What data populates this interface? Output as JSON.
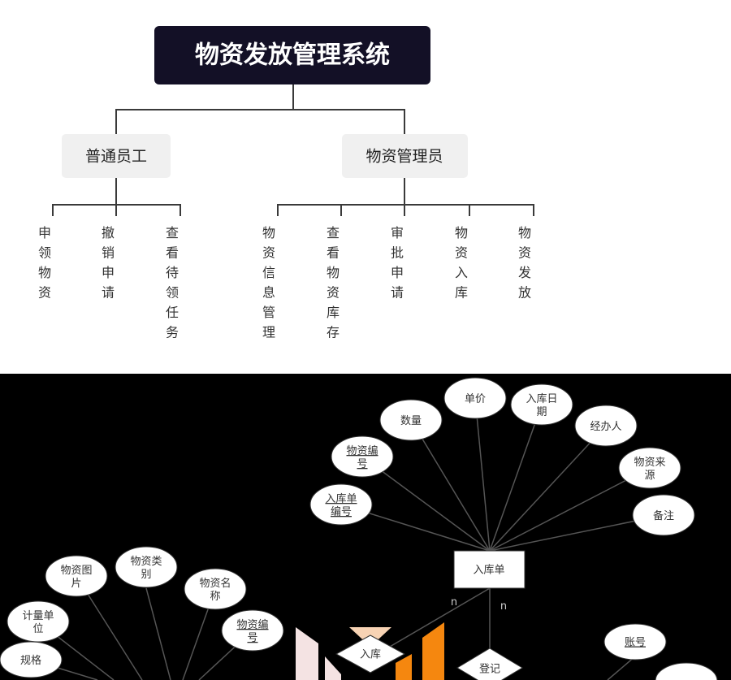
{
  "org_chart": {
    "root": "物资发放管理系统",
    "roles": [
      {
        "name": "普通员工",
        "duties": [
          "申领物资",
          "撤销申请",
          "查看待领任务"
        ]
      },
      {
        "name": "物资管理员",
        "duties": [
          "物资信息管理",
          "查看物资库存",
          "审批申请",
          "物资入库",
          "物资发放"
        ]
      }
    ]
  },
  "er_diagram": {
    "entity_inbound": "入库单",
    "inbound_attributes": [
      {
        "line1": "单价",
        "line2": ""
      },
      {
        "line1": "入库日",
        "line2": "期"
      },
      {
        "line1": "数量",
        "line2": ""
      },
      {
        "line1": "经办人",
        "line2": ""
      },
      {
        "line1": "物资编",
        "line2": "号",
        "underline": true
      },
      {
        "line1": "物资来",
        "line2": "源"
      },
      {
        "line1": "入库单",
        "line2": "编号",
        "underline": true
      },
      {
        "line1": "备注",
        "line2": ""
      }
    ],
    "material_attributes": [
      {
        "line1": "物资类",
        "line2": "别"
      },
      {
        "line1": "物资图",
        "line2": "片"
      },
      {
        "line1": "物资名",
        "line2": "称"
      },
      {
        "line1": "计量单",
        "line2": "位"
      },
      {
        "line1": "物资编",
        "line2": "号",
        "underline": true
      },
      {
        "line1": "规格",
        "line2": ""
      }
    ],
    "relations": [
      "入库",
      "登记"
    ],
    "cardinalities": [
      "n",
      "n"
    ],
    "account_attributes": [
      "账号"
    ],
    "colors": {
      "orange": "#f5870f",
      "peach": "#f7d3b4",
      "pink": "#f4e3e3"
    }
  }
}
